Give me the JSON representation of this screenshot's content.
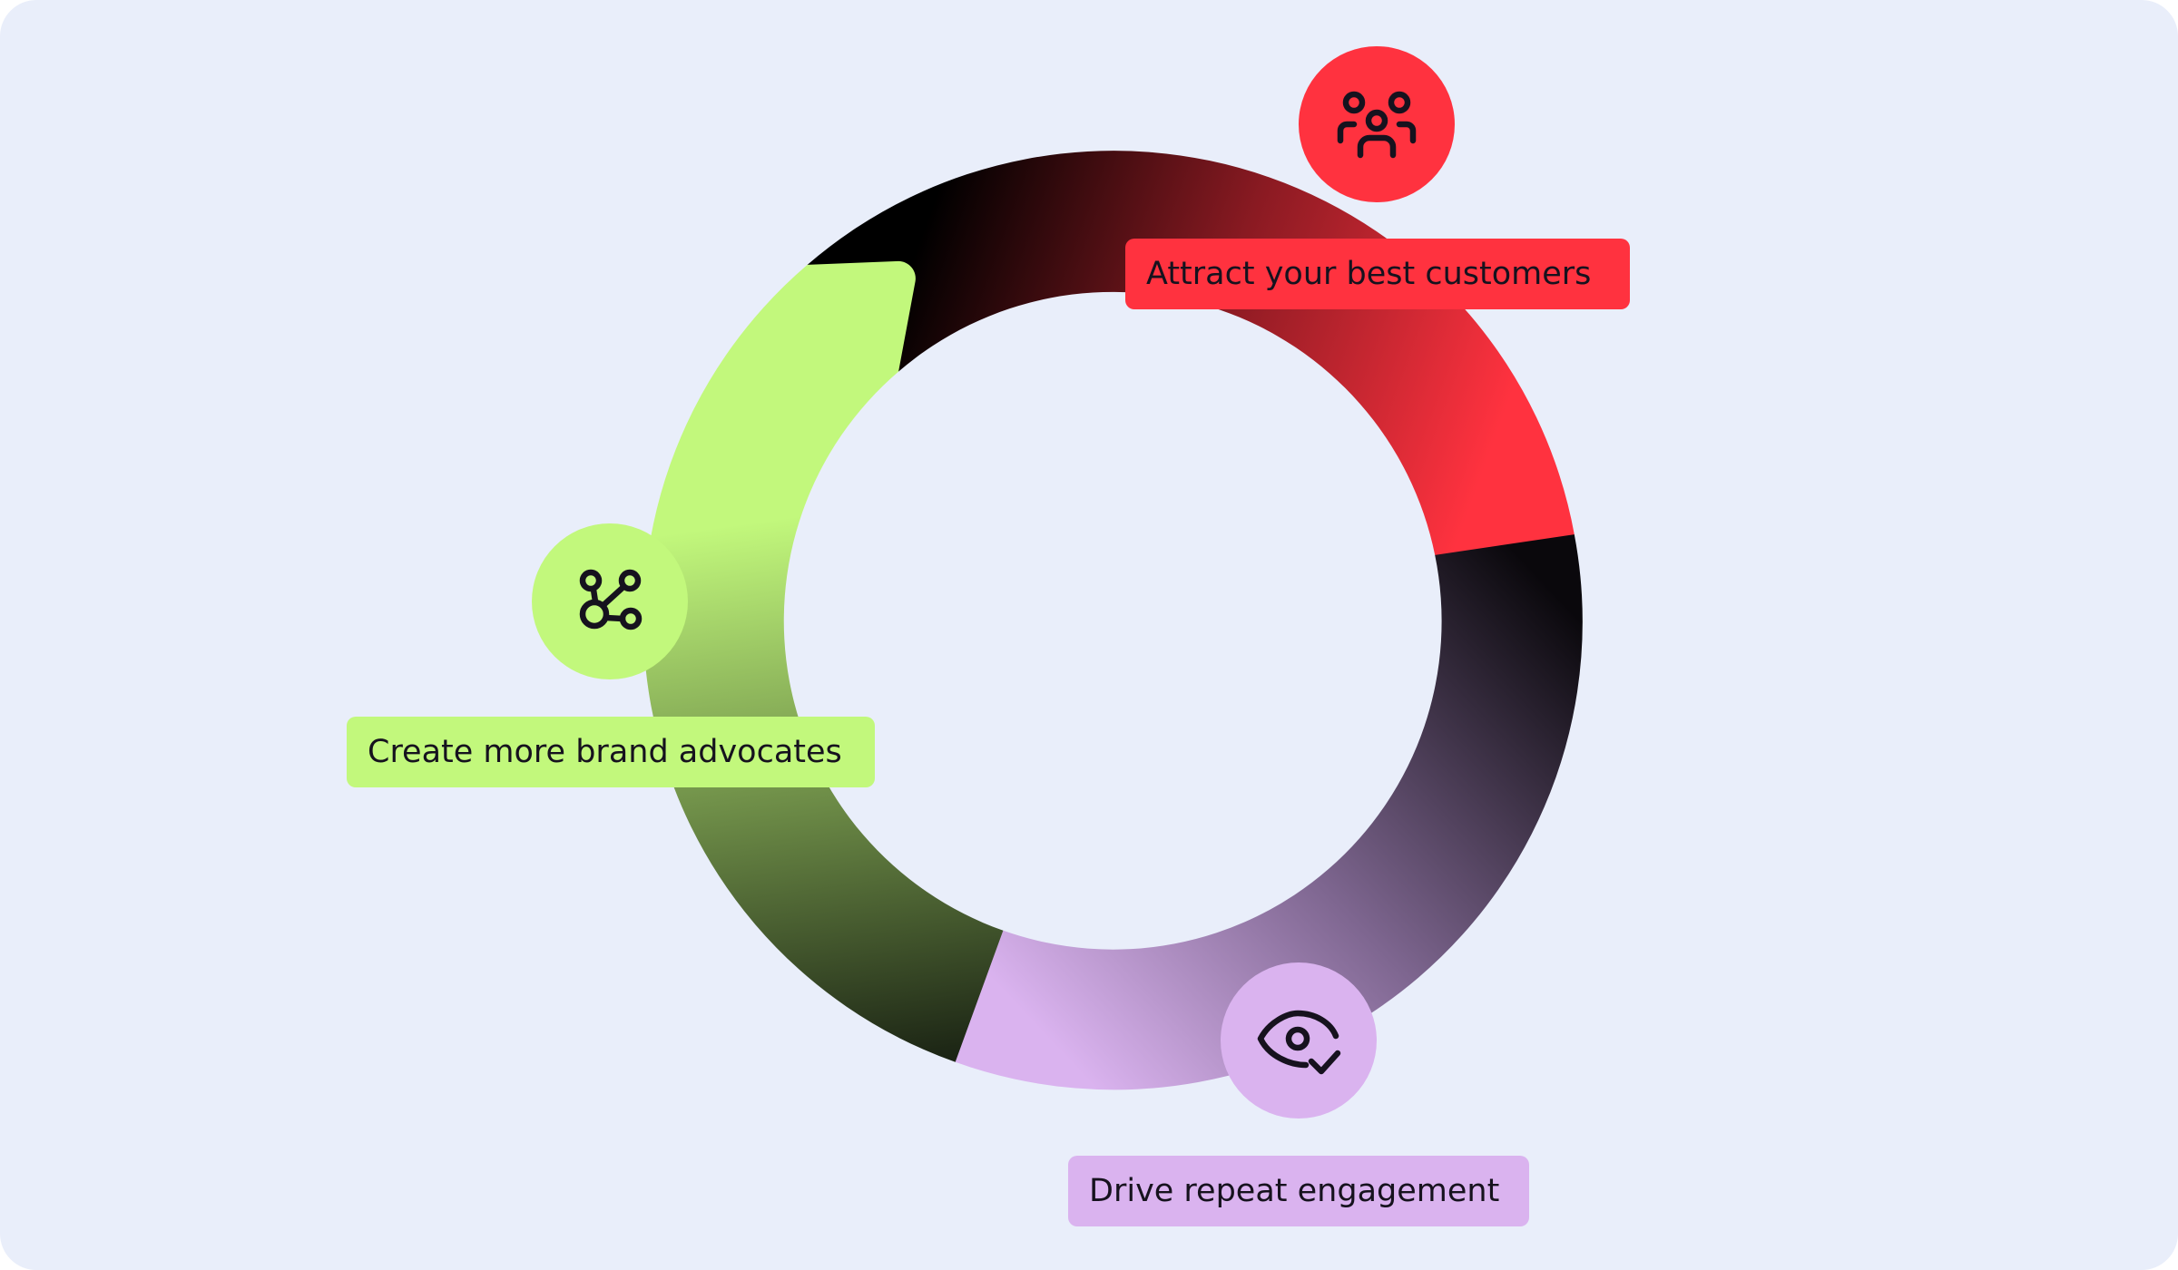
{
  "stages": [
    {
      "id": "attract",
      "label": "Attract your best customers",
      "icon": "users-group-icon",
      "color": "#ff323f"
    },
    {
      "id": "engage",
      "label": "Drive repeat engagement",
      "icon": "eye-check-icon",
      "color": "#dab3ef"
    },
    {
      "id": "advocate",
      "label": "Create more brand advocates",
      "icon": "network-nodes-icon",
      "color": "#c2f87c"
    }
  ],
  "colors": {
    "background": "#e9eefa",
    "ink": "#16121e"
  }
}
